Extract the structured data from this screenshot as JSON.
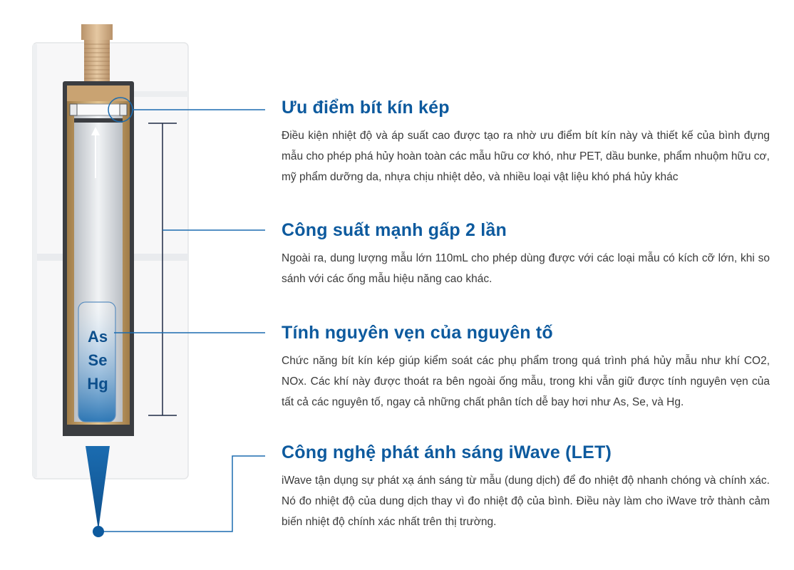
{
  "diagram": {
    "elements": [
      "As",
      "Se",
      "Hg"
    ],
    "colors": {
      "heading": "#0d5a9e",
      "connector": "#1b6cb0",
      "gold": "#c8a46e",
      "beam": "#1b6cb0"
    }
  },
  "features": [
    {
      "title": "Ưu điểm bít kín kép",
      "body": "Điều kiện nhiệt độ và áp suất cao được tạo ra nhờ ưu điểm bít kín này và thiết kế của bình đựng mẫu cho phép phá hủy hoàn toàn các mẫu hữu cơ khó, như PET, dầu bunke, phẩm nhuộm hữu cơ, mỹ phẩm dưỡng da, nhựa chịu nhiệt dẻo, và nhiều loại vật liệu khó phá hủy khác"
    },
    {
      "title": "Công suất mạnh gấp 2 lần",
      "body": "Ngoài ra, dung lượng mẫu lớn 110mL cho phép dùng được với các loại mẫu có kích cỡ lớn, khi so sánh với các ống mẫu hiệu năng cao khác."
    },
    {
      "title": "Tính nguyên vẹn của nguyên tố",
      "body": "Chức năng bít kín kép giúp kiểm soát các phụ phẩm trong quá trình phá hủy mẫu như khí CO2, NOx. Các khí này được thoát ra bên ngoài ống mẫu, trong khi vẫn giữ được tính nguyên vẹn của tất cả các nguyên tố, ngay cả những chất phân tích dễ bay hơi như As, Se, và Hg."
    },
    {
      "title": "Công nghệ phát ánh sáng iWave (LET)",
      "body": "iWave tận dụng sự phát xạ ánh sáng từ mẫu (dung dịch) để đo nhiệt độ nhanh chóng và chính xác. Nó đo nhiệt độ của dung dịch thay vì đo nhiệt độ của bình. Điều này làm cho iWave trở thành cảm biến nhiệt độ chính xác nhất trên thị trường."
    }
  ]
}
